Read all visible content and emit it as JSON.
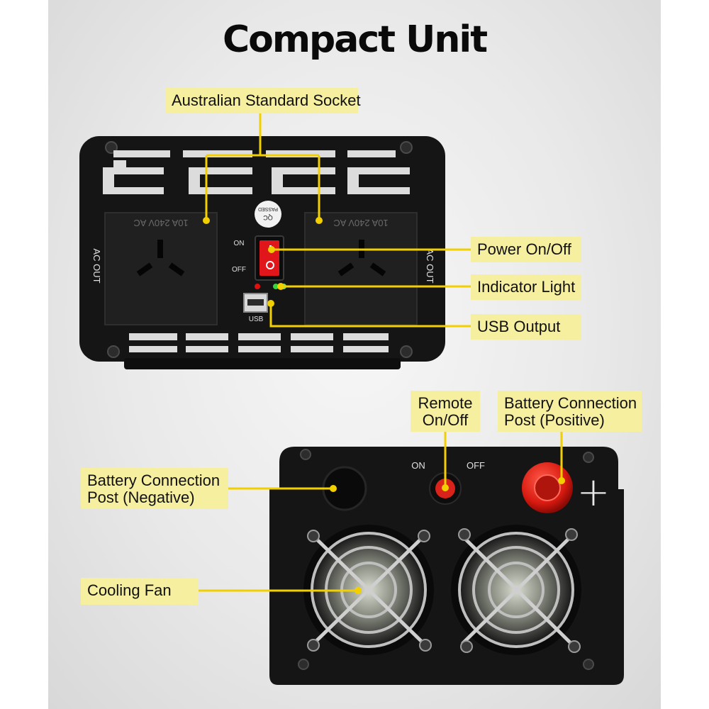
{
  "title": "Compact Unit",
  "colors": {
    "callout_fill": "#f6ef9f",
    "leader_line": "#f2d000",
    "unit_body": "#141414"
  },
  "callouts": {
    "socket": "Australian Standard Socket",
    "power": "Power On/Off",
    "indicator": "Indicator Light",
    "usb": "USB Output",
    "remote_line1": "Remote",
    "remote_line2": "On/Off",
    "positive_line1": "Battery Connection",
    "positive_line2": "Post (Positive)",
    "negative_line1": "Battery Connection",
    "negative_line2": "Post (Negative)",
    "fan": "Cooling Fan"
  },
  "device_front": {
    "ac_out_left": "AC OUT",
    "ac_out_right": "AC OUT",
    "socket_rating": "10A 240V AC",
    "switch_on": "ON",
    "switch_off": "OFF",
    "usb_label": "USB",
    "qc_sticker_line1": "QC",
    "qc_sticker_line2": "PASSED"
  },
  "device_rear": {
    "remote_on": "ON",
    "remote_off": "OFF",
    "plus_symbol": "+"
  }
}
